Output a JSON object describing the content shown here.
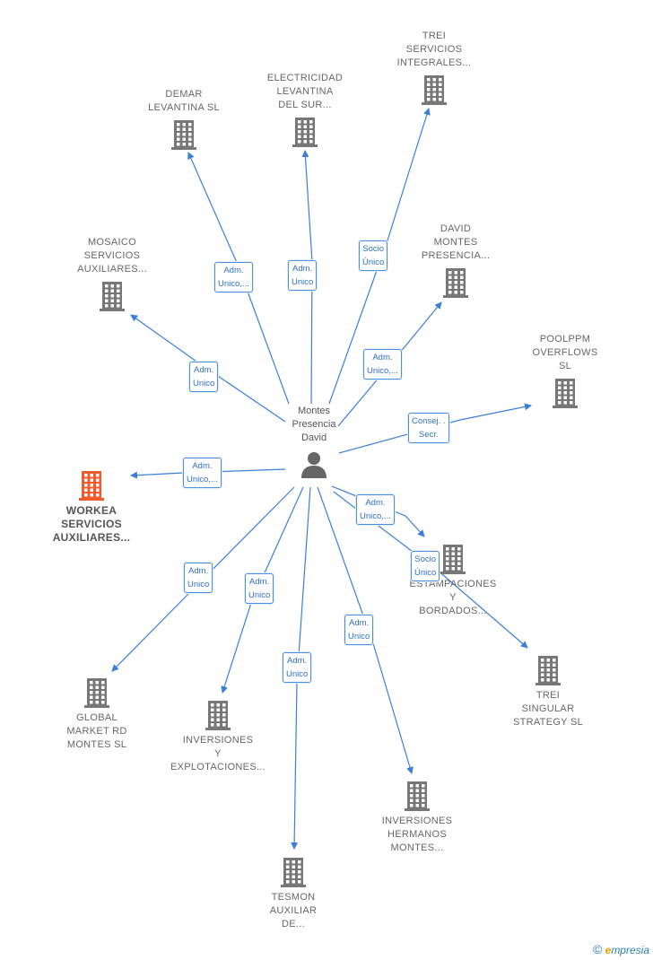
{
  "center": {
    "label": "Montes\nPresencia\nDavid"
  },
  "colors": {
    "edge": "#3a7fd8",
    "building": "#777777",
    "highlight": "#f15a2b"
  },
  "companies": [
    {
      "id": "demar",
      "label": "DEMAR\nLEVANTINA  SL",
      "highlight": false
    },
    {
      "id": "electricidad",
      "label": "ELECTRICIDAD\nLEVANTINA\nDEL SUR...",
      "highlight": false
    },
    {
      "id": "trei-servicios",
      "label": "TREI\nSERVICIOS\nINTEGRALES...",
      "highlight": false
    },
    {
      "id": "mosaico",
      "label": "MOSAICO\nSERVICIOS\nAUXILIARES...",
      "highlight": false
    },
    {
      "id": "david-montes",
      "label": "DAVID\nMONTES\nPRESENCIA...",
      "highlight": false
    },
    {
      "id": "poolppm",
      "label": "POOLPPM\nOVERFLOWS\nSL",
      "highlight": false
    },
    {
      "id": "workea",
      "label": "WORKEA\nSERVICIOS\nAUXILIARES...",
      "highlight": true
    },
    {
      "id": "estampaciones",
      "label": "ESTAMPACIONES\nY\nBORDADOS...",
      "highlight": false
    },
    {
      "id": "trei-singular",
      "label": "TREI\nSINGULAR\nSTRATEGY  SL",
      "highlight": false
    },
    {
      "id": "global-market",
      "label": "GLOBAL\nMARKET RD\nMONTES  SL",
      "highlight": false
    },
    {
      "id": "inversiones-explotaciones",
      "label": "INVERSIONES\nY\nEXPLOTACIONES...",
      "highlight": false
    },
    {
      "id": "tesmon",
      "label": "TESMON\nAUXILIAR\nDE...",
      "highlight": false
    },
    {
      "id": "inversiones-hermanos",
      "label": "INVERSIONES\nHERMANOS\nMONTES...",
      "highlight": false
    }
  ],
  "relations": [
    {
      "to": "demar",
      "label": "Adm.\nUnico,..."
    },
    {
      "to": "electricidad",
      "label": "Adm.\nUnico"
    },
    {
      "to": "trei-servicios",
      "label": "Socio\nÚnico"
    },
    {
      "to": "mosaico",
      "label": "Adm.\nUnico"
    },
    {
      "to": "david-montes",
      "label": "Adm.\nUnico,..."
    },
    {
      "to": "poolppm",
      "label": "Consej. .\nSecr."
    },
    {
      "to": "workea",
      "label": "Adm.\nUnico,..."
    },
    {
      "to": "estampaciones",
      "label": "Adm.\nUnico,..."
    },
    {
      "to": "trei-singular",
      "label": "Socio\nÚnico"
    },
    {
      "to": "global-market",
      "label": "Adm.\nUnico"
    },
    {
      "to": "inversiones-explotaciones",
      "label": "Adm.\nUnico"
    },
    {
      "to": "tesmon",
      "label": "Adm.\nUnico"
    },
    {
      "to": "inversiones-hermanos",
      "label": "Adm.\nUnico"
    }
  ],
  "footer": {
    "copyright": "©",
    "brand_initial": "e",
    "brand_rest": "mpresia"
  }
}
